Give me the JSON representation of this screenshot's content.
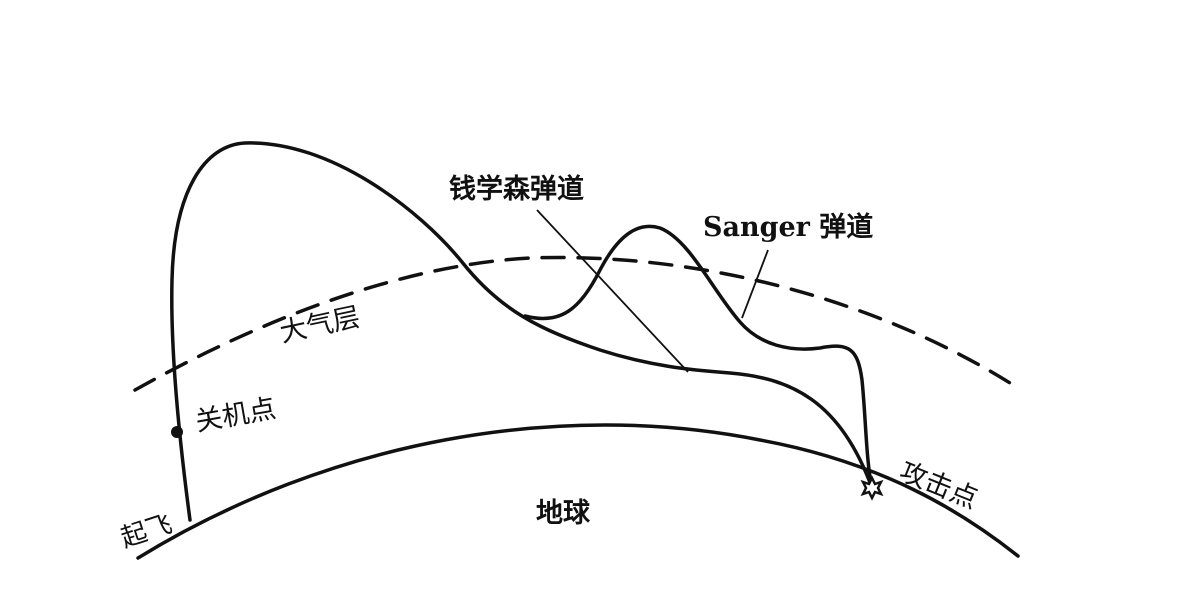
{
  "diagram": {
    "title": "",
    "labels": {
      "qian_trajectory": "钱学森弹道",
      "sanger_trajectory": "Sanger 弹道",
      "atmosphere": "大气层",
      "burnout_point": "关机点",
      "takeoff": "起飞",
      "earth": "地球",
      "attack_point": "攻击点"
    },
    "colors": {
      "background": "#ffffff",
      "line": "#111111"
    }
  }
}
